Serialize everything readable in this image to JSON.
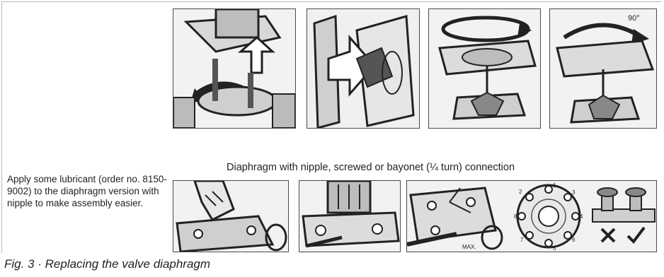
{
  "side_note": "Apply some lubricant (order no. 8150-9002) to the diaphragm version with nipple to make assembly easier.",
  "row_caption": "Diaphragm with nipple, screwed or bayonet (¼ turn) connection",
  "figure_caption": "Fig. 3 · Replacing the valve diaphragm",
  "panel_labels": {
    "turn_angle": "90°",
    "bolt_numbers": [
      "1",
      "2",
      "3",
      "4",
      "5",
      "6",
      "7",
      "8"
    ],
    "torque_mark": "MAX."
  }
}
